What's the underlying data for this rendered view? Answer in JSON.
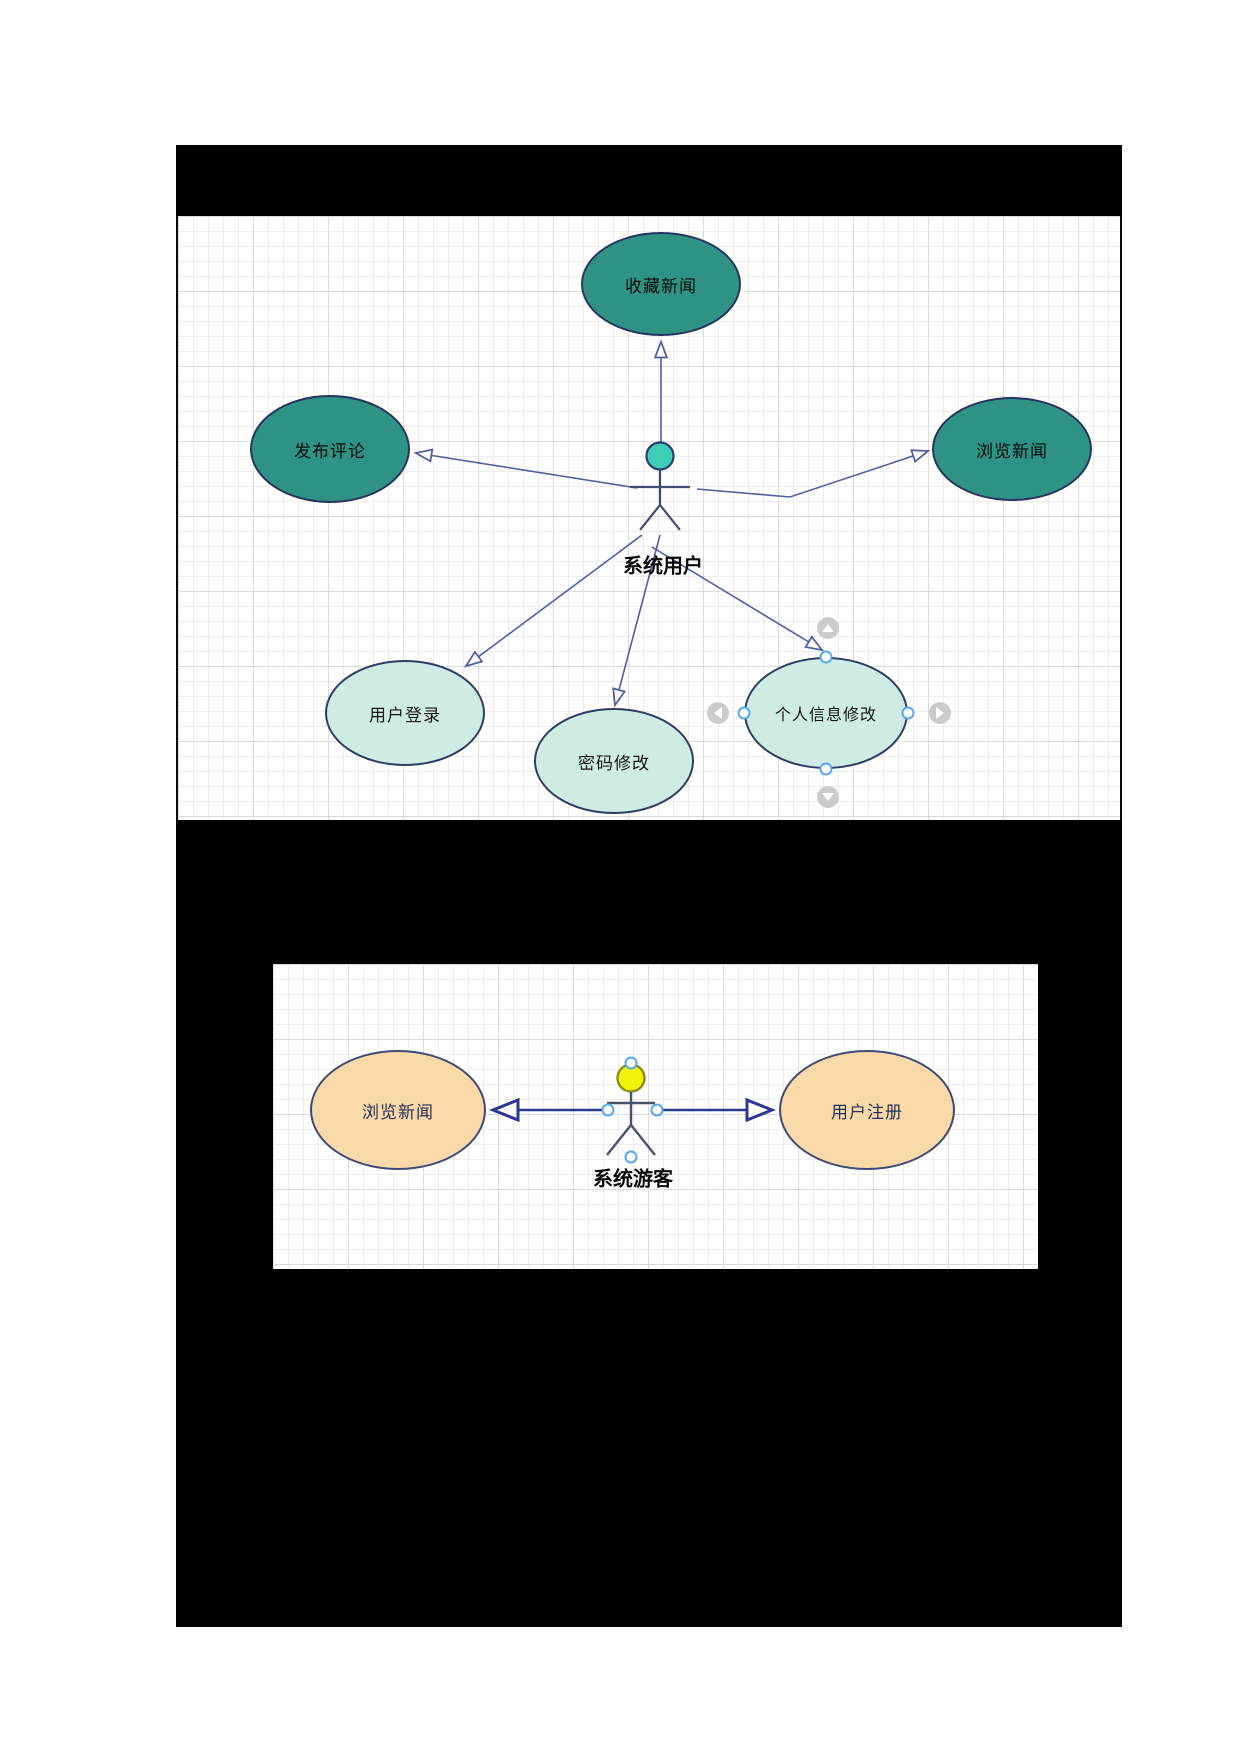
{
  "diagram1": {
    "actor": {
      "name": "系统用户",
      "head_color": "#3DCFB4"
    },
    "use_cases": [
      {
        "id": "favorite-news",
        "label": "收藏新闻",
        "fill": "#2E9385",
        "position": "top"
      },
      {
        "id": "post-comment",
        "label": "发布评论",
        "fill": "#2E9385",
        "position": "left"
      },
      {
        "id": "browse-news",
        "label": "浏览新闻",
        "fill": "#2E9385",
        "position": "right"
      },
      {
        "id": "user-login",
        "label": "用户登录",
        "fill": "#D0EBE4",
        "position": "bottom-left"
      },
      {
        "id": "change-password",
        "label": "密码修改",
        "fill": "#D0EBE4",
        "position": "bottom-center"
      },
      {
        "id": "edit-profile",
        "label": "个人信息修改",
        "fill": "#D0EBE4",
        "position": "bottom-right",
        "selected": true
      }
    ]
  },
  "diagram2": {
    "actor": {
      "name": "系统游客",
      "head_color": "#F0F20A",
      "selected": true
    },
    "use_cases": [
      {
        "id": "browse-news",
        "label": "浏览新闻",
        "fill": "#F9D9A8",
        "position": "left"
      },
      {
        "id": "user-register",
        "label": "用户注册",
        "fill": "#F9D9A8",
        "position": "right"
      }
    ]
  },
  "colors": {
    "page_background": "#FFFFFF",
    "panel_background": "#000000",
    "grid_minor": "#EDEDED",
    "grid_major": "#DBDBDB",
    "use_case_dark_teal": "#2E9385",
    "use_case_light_mint": "#D0EBE4",
    "use_case_orange": "#F9D9A8",
    "shape_border": "#2E3C66",
    "association_line": "#4F5FA0",
    "association_line_bold": "#2B3890",
    "actor_user_head": "#3DCFB4",
    "actor_guest_head": "#F0F20A",
    "selection_handle_blue": "#55A8F0",
    "quick_button_gray": "#CBCBCB"
  }
}
